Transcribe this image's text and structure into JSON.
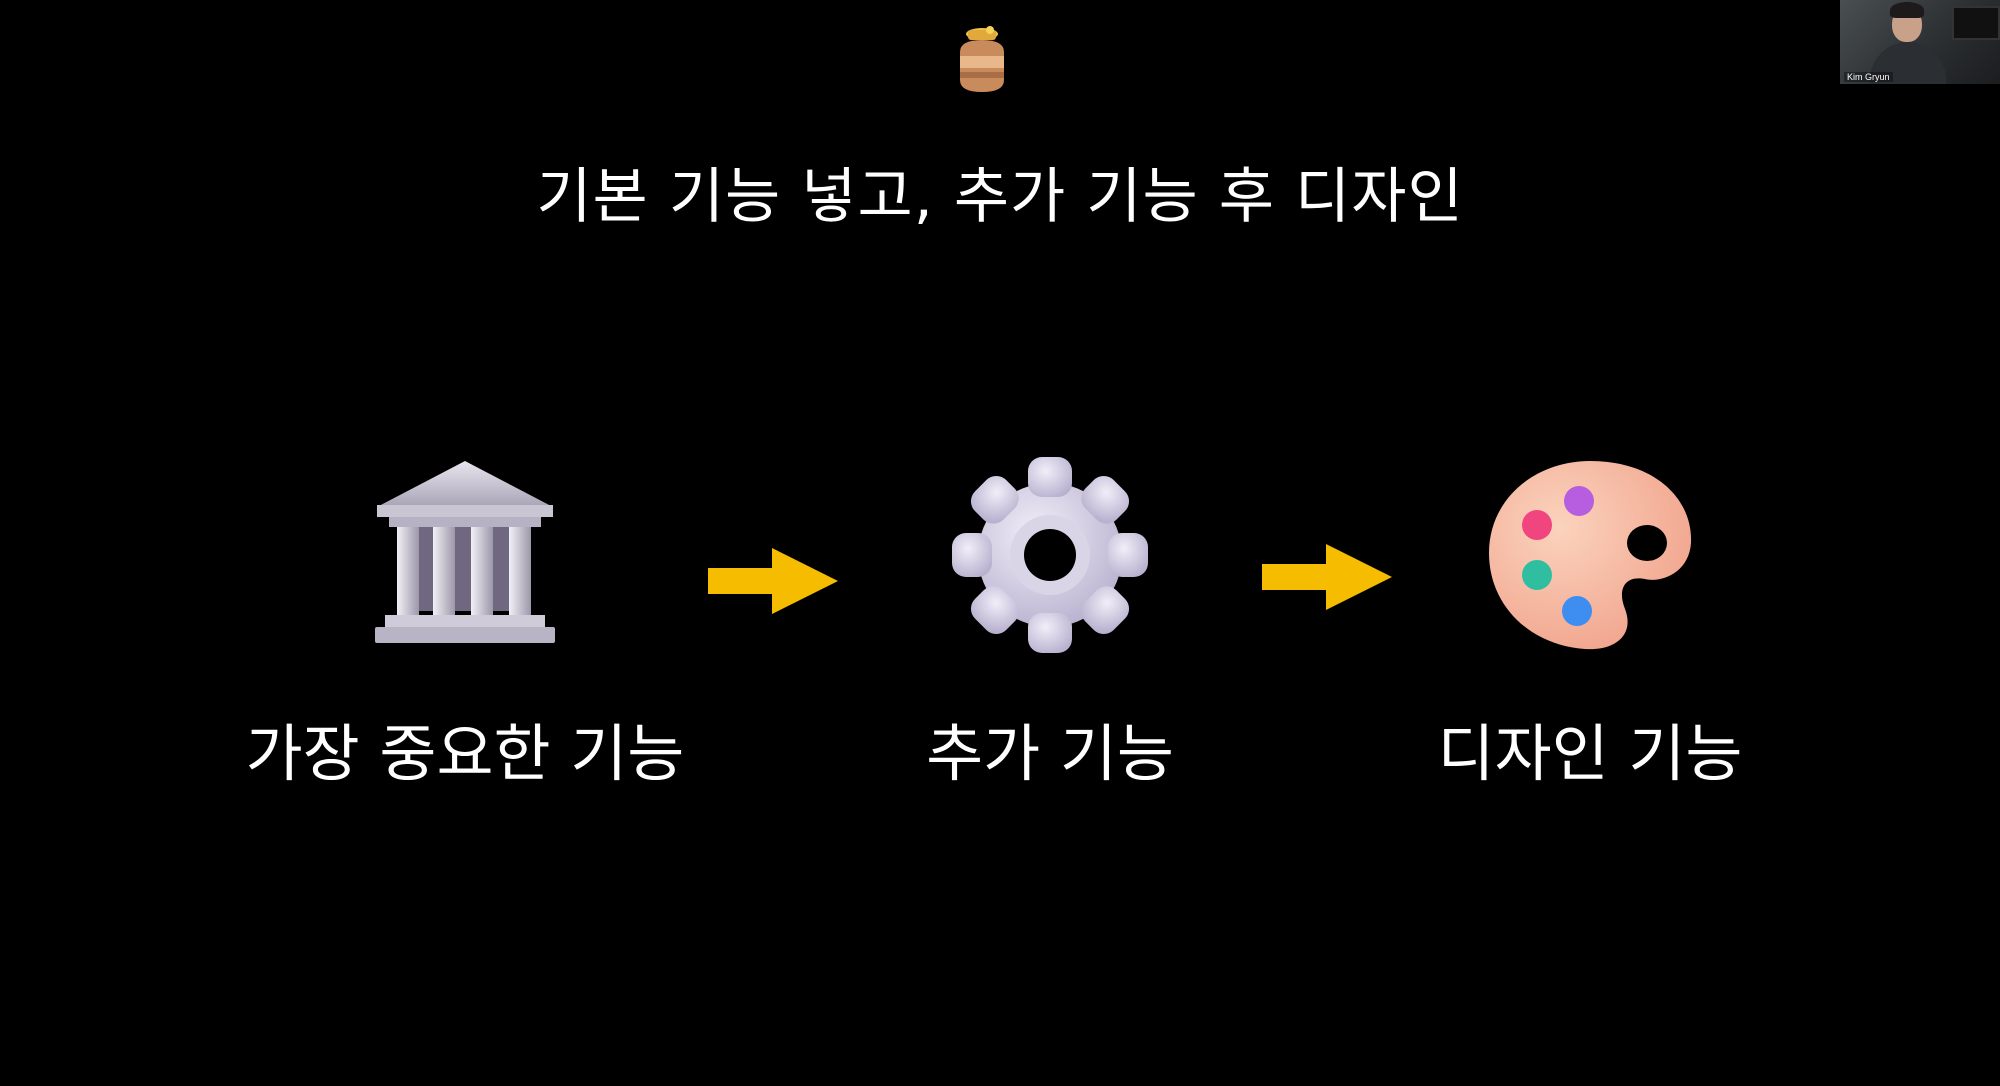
{
  "slide": {
    "title": "기본 기능 넣고, 추가 기능 후 디자인",
    "steps": [
      {
        "icon": "classical-building-icon",
        "label": "가장 중요한 기능"
      },
      {
        "icon": "gear-icon",
        "label": "추가 기능"
      },
      {
        "icon": "artist-palette-icon",
        "label": "디자인 기능"
      }
    ],
    "arrow_color": "#F5BC00",
    "header_icon": "honey-pot-icon"
  },
  "webcam": {
    "participant_name": "Kim Gryun"
  }
}
